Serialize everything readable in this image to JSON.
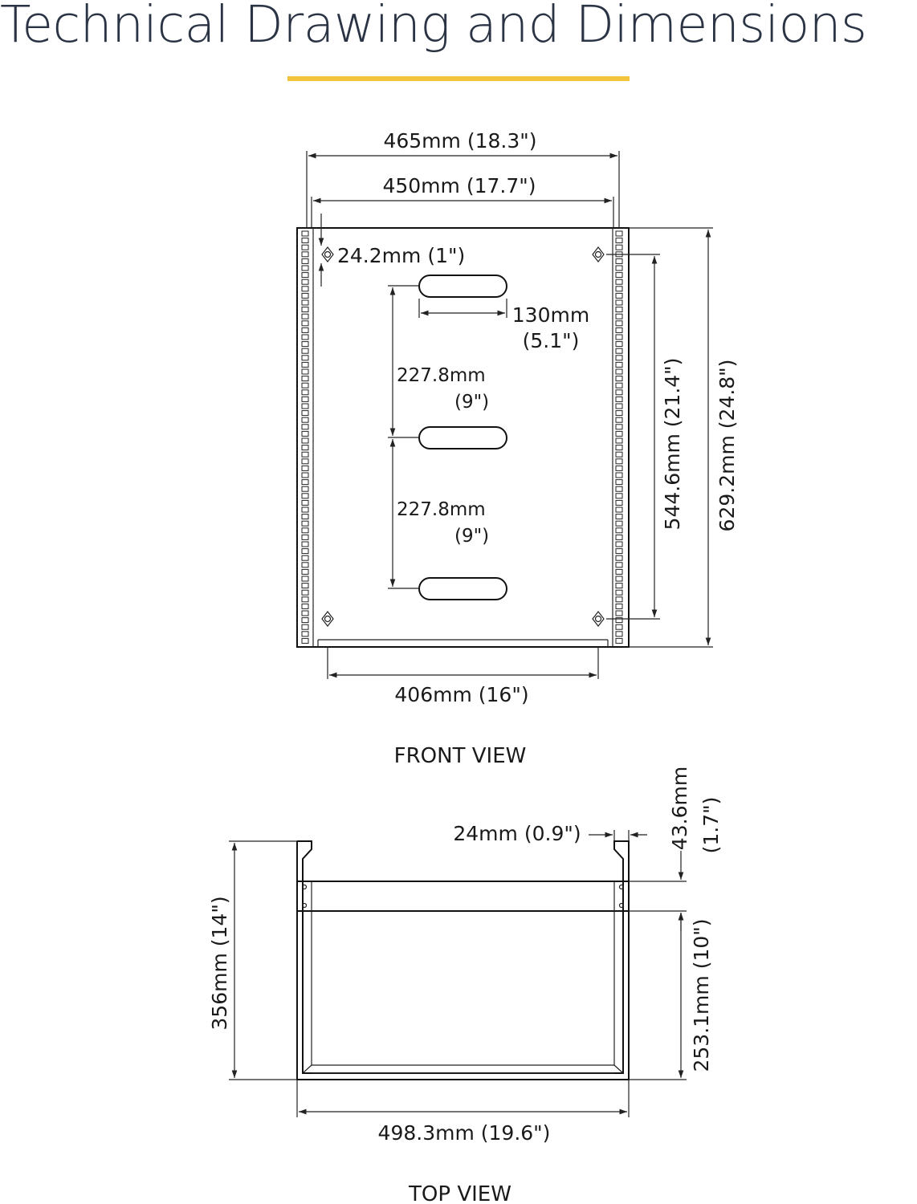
{
  "title": "Technical Drawing and Dimensions",
  "accent_color": "#f2c33c",
  "title_color": "#2b3444",
  "front_view": {
    "label": "FRONT VIEW",
    "overall_width": "465mm (18.3\")",
    "rail_width": "450mm (17.7\")",
    "slot_offset": "24.2mm (1\")",
    "slot_length": "130mm",
    "slot_length_in": "(5.1\")",
    "slot_spacing_1": "227.8mm",
    "slot_spacing_1_in": "(9\")",
    "slot_spacing_2": "227.8mm",
    "slot_spacing_2_in": "(9\")",
    "keyhole_height": "544.6mm (21.4\")",
    "overall_height": "629.2mm (24.8\")",
    "keyhole_width": "406mm (16\")"
  },
  "top_view": {
    "label": "TOP VIEW",
    "flange": "24mm (0.9\")",
    "rail_depth": "43.6mm",
    "rail_depth_in": "(1.7\")",
    "overall_depth": "356mm (14\")",
    "inner_depth": "253.1mm (10\")",
    "overall_width": "498.3mm (19.6\")"
  }
}
